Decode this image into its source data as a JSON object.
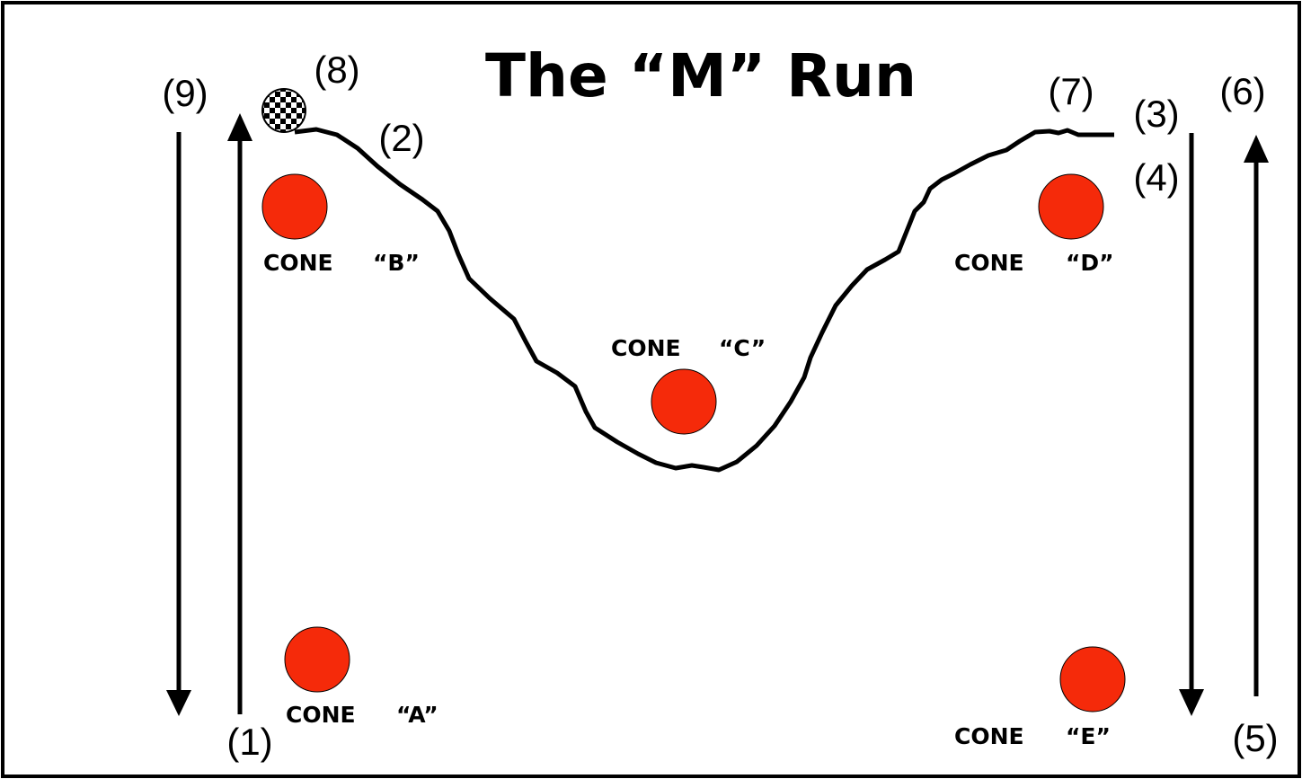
{
  "title": "The “M” Run",
  "steps": {
    "s1": "(1)",
    "s2": "(2)",
    "s3": "(3)",
    "s4": "(4)",
    "s5": "(5)",
    "s6": "(6)",
    "s7": "(7)",
    "s8": "(8)",
    "s9": "(9)"
  },
  "cones": {
    "a": {
      "word": "CONE",
      "letter": "“A”"
    },
    "b": {
      "word": "CONE",
      "letter": "“B”"
    },
    "c": {
      "word": "CONE",
      "letter": "“C”"
    },
    "d": {
      "word": "CONE",
      "letter": "“D”"
    },
    "e": {
      "word": "CONE",
      "letter": "“E”"
    }
  },
  "colors": {
    "cone": "#f52a0a",
    "line": "#000000",
    "background": "#ffffff"
  },
  "icons": {
    "finish": "checkered-flag-icon",
    "cone": "cone-icon"
  }
}
